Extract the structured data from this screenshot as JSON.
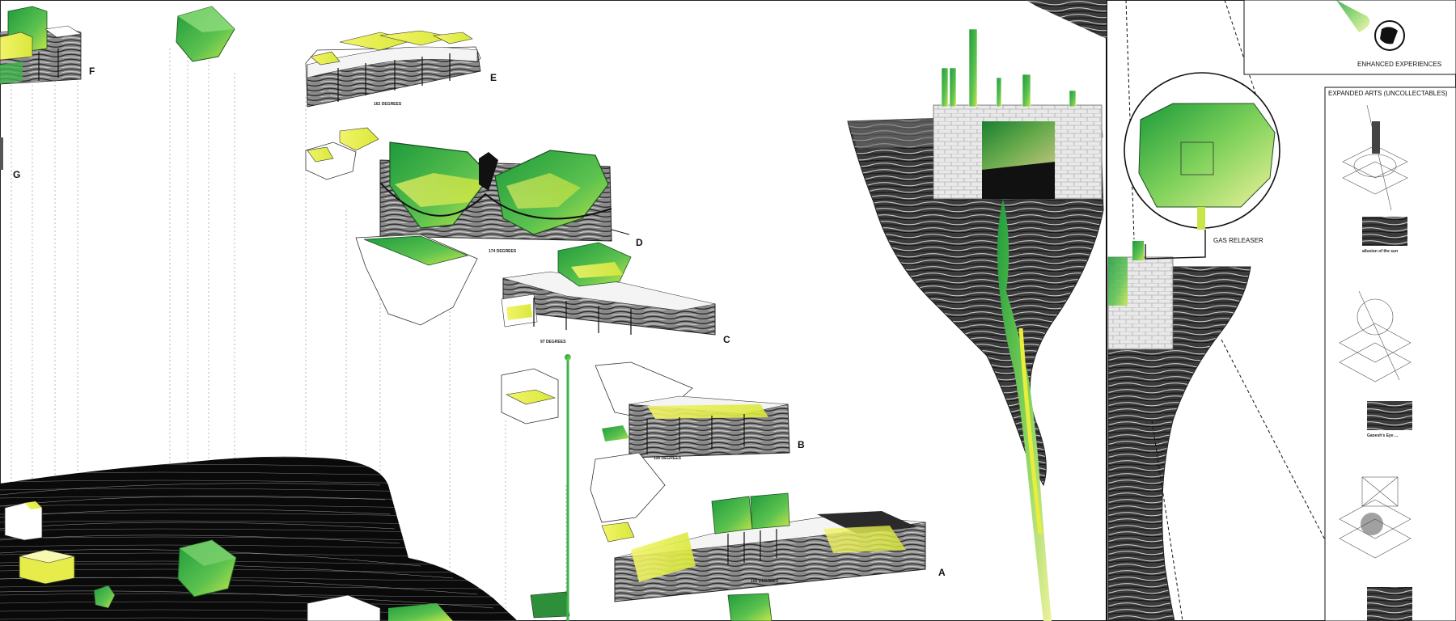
{
  "section_labels": {
    "a": "A",
    "b": "B",
    "c": "C",
    "d": "D",
    "e": "E",
    "f": "F",
    "g": "G"
  },
  "degree_notes": {
    "e": "162 DEGREES",
    "d": "174 DEGREES",
    "c": "97 DEGREES",
    "b": "116 DEGREES",
    "a": "150 DEGREES"
  },
  "detail_callout": {
    "title": "GAS RELEASER"
  },
  "top_right_panel": {
    "title": "ENHANCED EXPERIENCES"
  },
  "right_panel": {
    "title": "EXPANDED ARTS (UNCOLLECTABLES)",
    "photo_captions": [
      "allusion of the sun",
      "Ganesh's Eye ...",
      ""
    ]
  },
  "colors": {
    "accent_green": "#3fb34a",
    "accent_yellow": "#e8ee3a",
    "rock_dark": "#2b2b2b",
    "terrain_black": "#0a0a0a"
  }
}
